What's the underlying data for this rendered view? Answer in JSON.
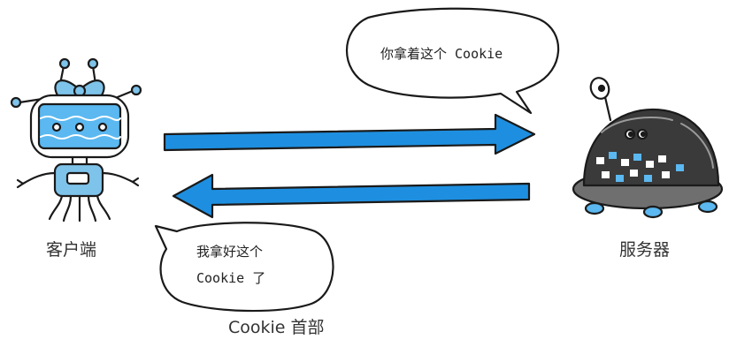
{
  "client": {
    "label": "客户端"
  },
  "server": {
    "label": "服务器"
  },
  "request_bubble": {
    "text": "你拿着这个 Cookie"
  },
  "response_bubble": {
    "line1": "我拿好这个",
    "line2": "Cookie 了"
  },
  "caption": "Cookie 首部",
  "colors": {
    "arrow": "#1e8fe0",
    "arrow_outline": "#1a1a1a",
    "robot_body": "#3a3a3a",
    "robot_screen": "#5bb8f0",
    "client_blue": "#7ec3ea"
  }
}
